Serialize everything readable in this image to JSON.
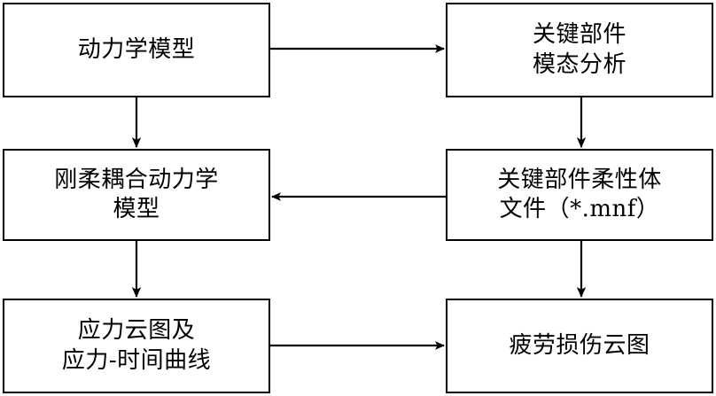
{
  "diagram": {
    "title": "",
    "background_color": "#ffffff",
    "line_color": "#000000",
    "box_fill": "#ffffff",
    "nodes": [
      {
        "id": "dynamics-model",
        "lines": [
          "动力学模型"
        ]
      },
      {
        "id": "key-component-modal-analysis",
        "lines": [
          "关键部件",
          "模态分析"
        ]
      },
      {
        "id": "rigid-flexible-coupling-dynamics-model",
        "lines": [
          "刚柔耦合动力学",
          "模型"
        ]
      },
      {
        "id": "key-component-flexible-body-file",
        "lines": [
          "关键部件柔性体",
          "文件（*.mnf）"
        ]
      },
      {
        "id": "stress-contour-and-stress-time-curve",
        "lines": [
          "应力云图及",
          "应力-时间曲线"
        ]
      },
      {
        "id": "fatigue-damage-contour",
        "lines": [
          "疲劳损伤云图"
        ]
      }
    ],
    "edges": [
      {
        "id": "dynamics-model-to-modal-analysis",
        "from": "dynamics-model",
        "to": "key-component-modal-analysis",
        "direction": "right"
      },
      {
        "id": "dynamics-model-to-coupling-model",
        "from": "dynamics-model",
        "to": "rigid-flexible-coupling-dynamics-model",
        "direction": "down"
      },
      {
        "id": "modal-analysis-to-flexible-body-file",
        "from": "key-component-modal-analysis",
        "to": "key-component-flexible-body-file",
        "direction": "down"
      },
      {
        "id": "flexible-body-file-to-coupling-model",
        "from": "key-component-flexible-body-file",
        "to": "rigid-flexible-coupling-dynamics-model",
        "direction": "left"
      },
      {
        "id": "coupling-model-to-stress-contour",
        "from": "rigid-flexible-coupling-dynamics-model",
        "to": "stress-contour-and-stress-time-curve",
        "direction": "down"
      },
      {
        "id": "flexible-body-file-to-fatigue-damage",
        "from": "key-component-flexible-body-file",
        "to": "fatigue-damage-contour",
        "direction": "down"
      },
      {
        "id": "stress-contour-to-fatigue-damage",
        "from": "stress-contour-and-stress-time-curve",
        "to": "fatigue-damage-contour",
        "direction": "right"
      }
    ]
  }
}
